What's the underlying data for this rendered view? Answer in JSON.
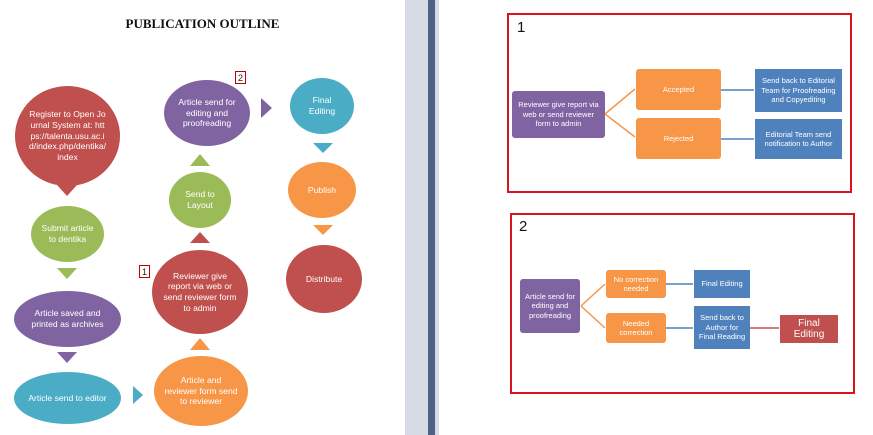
{
  "left": {
    "title": "PUBLICATION OUTLINE",
    "tags": {
      "tag1": "1",
      "tag2": "2"
    },
    "nodes": {
      "register": "Register to Open Journal System at: https://talenta.usu.ac.id/index.php/dentika/index",
      "submit": "Submit article to dentika",
      "saved": "Article saved and printed as archives",
      "send_editor": "Article send to editor",
      "reviewer_form": "Article and reviewer form send to reviewer",
      "reviewer_report": "Reviewer give report via web or send reviewer form to admin",
      "layout": "Send to Layout",
      "editing": "Article send for editing and proofreading",
      "final_editing": "Final Editing",
      "publish": "Publish",
      "distribute": "Distribute"
    }
  },
  "right": {
    "frame1": {
      "number": "1",
      "reviewer": "Reviewer give report via web or send reviewer form to admin",
      "accepted": "Accepted",
      "rejected": "Rejected",
      "send_back": "Send back to Editorial Team for Proofreading and Copyediting",
      "notify": "Editorial Team send notification to Author"
    },
    "frame2": {
      "number": "2",
      "article": "Article send for editing and proofreading",
      "no_correction": "No correction needed",
      "needed": "Needed correction",
      "final_editing": "Final Editing",
      "send_back": "Send back to Author for Final Reading",
      "final_editing_big": "Final Editing"
    }
  },
  "colors": {
    "red": "#c0504d",
    "green": "#9bbb59",
    "purple": "#8064a2",
    "teal": "#4bacc6",
    "orange": "#f79646",
    "blue": "#4f81bd",
    "frame": "#d9141e"
  }
}
